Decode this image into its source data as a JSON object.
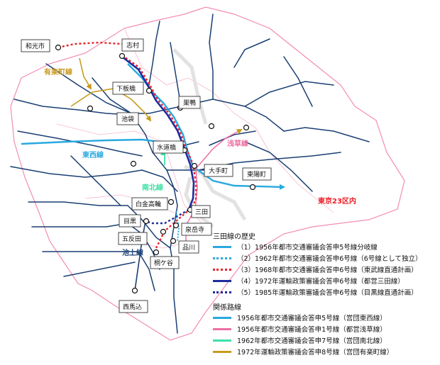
{
  "colors": {
    "tozai": "#29a9e0",
    "asakusa": "#ee6fa3",
    "nanboku": "#3ee0a6",
    "yurakucho": "#c89a1d",
    "mita_red": "#e8262b",
    "mita_blue": "#1f2b9e",
    "ward_border": "#f28cb5",
    "rail": "#1a3f73",
    "station_fill": "#ffffff",
    "tokyo23_label": "#ee1c25",
    "ikegami_label": "#1a3f73"
  },
  "stations": {
    "wakoshi": "和光市",
    "shimura": "志村",
    "shimoitabashi": "下板橋",
    "ikebukuro": "池袋",
    "sugamo": "巣鴨",
    "suidobashi": "水道橋",
    "otemachi": "大手町",
    "higashiyocho": "東陽町",
    "shirokanetakanawa": "白金高輪",
    "meguro": "目黒",
    "mita": "三田",
    "sengakuji": "泉岳寺",
    "gotanda": "五反田",
    "shinagawa": "品川",
    "kirigaya": "桐ケ谷",
    "nishimagome": "西馬込"
  },
  "line_labels": {
    "yurakucho": "有楽町線",
    "tozai": "東西線",
    "asakusa": "浅草線",
    "nanboku": "南北線",
    "ikegami": "池上線",
    "tokyo23": "東京23区内"
  },
  "legend": {
    "history_title": "三田線の歴史",
    "history": [
      {
        "text": "（1）1956年都市交通審議会答申5号線分岐線",
        "color": "#29a9e0",
        "style": "solid"
      },
      {
        "text": "（2）1962年都市交通審議会答申6号線（6号線として独立）",
        "color": "#29a9e0",
        "style": "dotted"
      },
      {
        "text": "（3）1968年都市交通審議会答申6号線（東武線直通計画）",
        "color": "#e8262b",
        "style": "dotted"
      },
      {
        "text": "（4）1972年運輸政策審議会答申6号線（都営三田線）",
        "color": "#1f2b9e",
        "style": "solid"
      },
      {
        "text": "（5）1985年運輸政策審議会答申6号線（目黒線直通計画）",
        "color": "#1f2b9e",
        "style": "dotted"
      }
    ],
    "related_title": "関係路線",
    "related": [
      {
        "text": "1956年都市交通審議会答申5号線（営団東西線）",
        "color": "#29a9e0",
        "style": "solid"
      },
      {
        "text": "1956年都市交通審議会答申1号線（都営浅草線）",
        "color": "#ee6fa3",
        "style": "solid"
      },
      {
        "text": "1962年都市交通審議会答申7号線（営団南北線）",
        "color": "#3ee0a6",
        "style": "solid"
      },
      {
        "text": "1972年運輸政策審議会答申8号線（営団有楽町線）",
        "color": "#c89a1d",
        "style": "solid"
      }
    ]
  }
}
